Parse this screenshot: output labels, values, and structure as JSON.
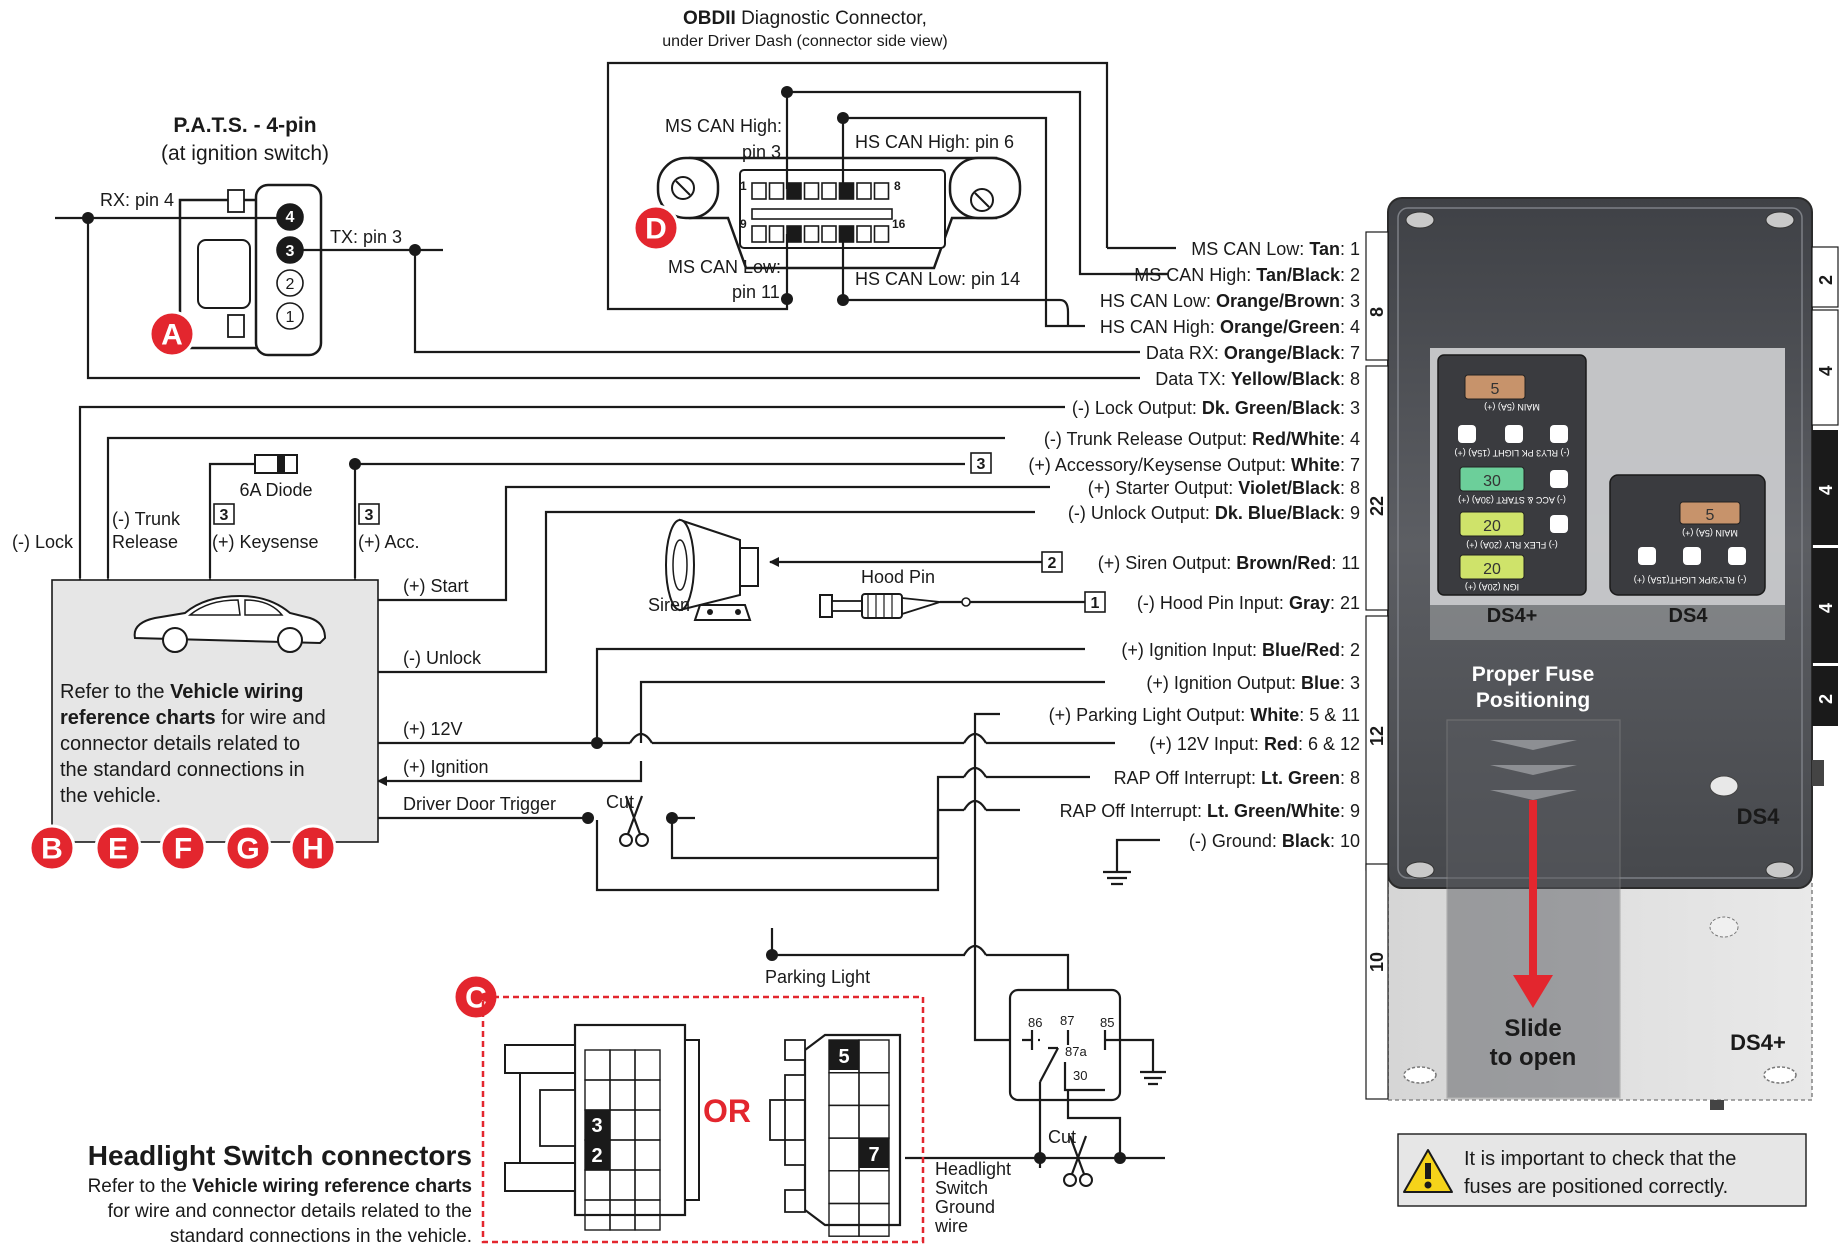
{
  "obd": {
    "title_bold": "OBDII",
    "title_rest": "Diagnostic Connector,",
    "subtitle": "under Driver Dash (connector side view)",
    "ms_can_high_1": "MS CAN High:",
    "ms_can_high_2": "pin 3",
    "hs_can_high": "HS CAN High: pin 6",
    "ms_can_low_1": "MS CAN Low:",
    "ms_can_low_2": "pin 11",
    "hs_can_low": "HS CAN Low: pin 14",
    "pin_1": "1",
    "pin_8": "8",
    "pin_9": "9",
    "pin_16": "16"
  },
  "pats": {
    "title": "P.A.T.S. - 4-pin",
    "subtitle": "(at ignition switch)",
    "rx": "RX: pin 4",
    "tx": "TX: pin 3",
    "pins": [
      "4",
      "3",
      "2",
      "1"
    ]
  },
  "badges": {
    "a": "A",
    "b": "B",
    "c": "C",
    "d": "D",
    "e": "E",
    "f": "F",
    "g": "G",
    "h": "H"
  },
  "wires": [
    {
      "pre": "MS CAN Low: ",
      "bold": "Tan",
      "post": ": 1"
    },
    {
      "pre": "MS CAN High: ",
      "bold": "Tan/Black",
      "post": ": 2"
    },
    {
      "pre": "HS CAN Low: ",
      "bold": "Orange/Brown",
      "post": ": 3"
    },
    {
      "pre": "HS CAN High: ",
      "bold": "Orange/Green",
      "post": ": 4"
    },
    {
      "pre": "Data RX: ",
      "bold": "Orange/Black",
      "post": ": 7"
    },
    {
      "pre": "Data TX: ",
      "bold": "Yellow/Black",
      "post": ": 8"
    },
    {
      "pre": "(-) Lock Output: ",
      "bold": "Dk. Green/Black",
      "post": ": 3"
    },
    {
      "pre": "(-) Trunk Release Output: ",
      "bold": "Red/White",
      "post": ": 4"
    },
    {
      "pre": "(+) Accessory/Keysense Output: ",
      "bold": "White",
      "post": ": 7"
    },
    {
      "pre": "(+) Starter Output: ",
      "bold": "Violet/Black",
      "post": ": 8"
    },
    {
      "pre": "(-) Unlock Output: ",
      "bold": "Dk. Blue/Black",
      "post": ": 9"
    },
    {
      "pre": "(+) Siren Output: ",
      "bold": "Brown/Red",
      "post": ": 11"
    },
    {
      "pre": "(-) Hood Pin Input: ",
      "bold": "Gray",
      "post": ": 21"
    },
    {
      "pre": "(+) Ignition Input: ",
      "bold": "Blue/Red",
      "post": ": 2"
    },
    {
      "pre": "(+) Ignition Output: ",
      "bold": "Blue",
      "post": ": 3"
    },
    {
      "pre": "(+) Parking Light Output: ",
      "bold": "White",
      "post": ": 5 & 11"
    },
    {
      "pre": "(+) 12V Input: ",
      "bold": "Red",
      "post": ": 6 & 12"
    },
    {
      "pre": "RAP Off Interrupt: ",
      "bold": "Lt. Green",
      "post": ": 8"
    },
    {
      "pre": "RAP Off Interrupt: ",
      "bold": "Lt. Green/White",
      "post": ": 9"
    },
    {
      "pre": "(-) Ground: ",
      "bold": "Black",
      "post": ": 10"
    }
  ],
  "boxes": {
    "acc": "3",
    "siren": "2",
    "hood": "1",
    "key1": "3",
    "key2": "3"
  },
  "labels": {
    "diode": "6A Diode",
    "lock": "(-) Lock",
    "trunk_1": "(-) Trunk",
    "trunk_2": "Release",
    "keysense": "(+) Keysense",
    "acc": "(+) Acc.",
    "start": "(+) Start",
    "unlock": "(-) Unlock",
    "v12": "(+) 12V",
    "ignition": "(+) Ignition",
    "door": "Driver Door Trigger",
    "cut_1": "Cut",
    "cut_2": "Cut",
    "siren": "Siren",
    "hood_pin": "Hood Pin",
    "parking_light": "Parking Light",
    "or": "OR",
    "hl_ground_1": "Headlight",
    "hl_ground_2": "Switch",
    "hl_ground_3": "Ground",
    "hl_ground_4": "wire"
  },
  "vehicle_box": {
    "l1_pre": "Refer to the ",
    "l1_bold": "Vehicle wiring",
    "l2_bold": "reference charts",
    "l2_post": " for wire and",
    "l3": "connector details related to",
    "l4": "the standard connections in",
    "l5": "the vehicle."
  },
  "relay": {
    "p86": "86",
    "p87": "87",
    "p85": "85",
    "p87a": "87a",
    "p30": "30"
  },
  "headlight": {
    "title": "Headlight Switch connectors",
    "l1_pre": "Refer to the ",
    "l1_bold": "Vehicle wiring reference charts",
    "l2": "for wire and connector details related to the",
    "l3": "standard connections in the vehicle.",
    "pins_left": [
      "3",
      "2"
    ],
    "pins_right": [
      "5",
      "7"
    ]
  },
  "module": {
    "ds4plus": "DS4+",
    "ds4": "DS4",
    "fuse_title_1": "Proper Fuse",
    "fuse_title_2": "Positioning",
    "slide_1": "Slide",
    "slide_2": "to open",
    "ds4_side": "DS4",
    "ds4plus_side": "DS4+",
    "fuses_plus": [
      {
        "value": "5",
        "label": "MAIN (5A) (+)"
      },
      {
        "value": "",
        "label": "(-) RLY3 PK LIGHT (15A) (+)"
      },
      {
        "value": "30",
        "label": "(-) ACC & START (30A) (+)"
      },
      {
        "value": "20",
        "label": "(-) FLEX RLY (20A) (+)"
      },
      {
        "value": "20",
        "label": "IGN (20A) (+)"
      }
    ],
    "fuses_ds4": [
      {
        "value": "5",
        "label": "MAIN (5A) (+)"
      },
      {
        "value": "",
        "label": "(-) RLY3/PK LIGHT(15A) (+)"
      }
    ],
    "tabs": [
      "8",
      "22",
      "12",
      "10"
    ],
    "tabs_right": [
      "2",
      "4",
      "4",
      "4",
      "2"
    ]
  },
  "note": {
    "l1": "It is important to check that the",
    "l2": "fuses are positioned correctly."
  },
  "colors": {
    "badge": "#e3262e",
    "arrow": "#e3262e",
    "fuse_brown": "#c7936b",
    "fuse_green": "#6ccf9a",
    "fuse_yellow": "#cfe36a",
    "module": "#4d4f54"
  }
}
